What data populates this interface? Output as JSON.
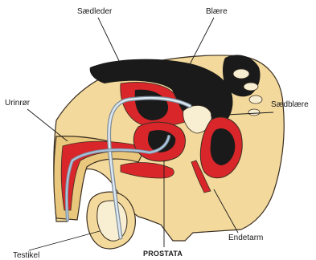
{
  "diagram": {
    "labels": {
      "saedleder": "Sædleder",
      "blaere": "Blære",
      "urinror": "Urinrør",
      "saedblaere": "Sædblære",
      "endetarm": "Endetarm",
      "testikel": "Testikel",
      "prostata": "PROSTATA"
    },
    "colors": {
      "skin": "#f3d99b",
      "skin_dark": "#e9c77c",
      "tissue_red": "#d9262a",
      "dark": "#1a1a1a",
      "duct_blue": "#a9c6e0",
      "duct_outline": "#7d8c9a",
      "outline": "#3a2e22",
      "pale": "#f8efd3"
    }
  }
}
